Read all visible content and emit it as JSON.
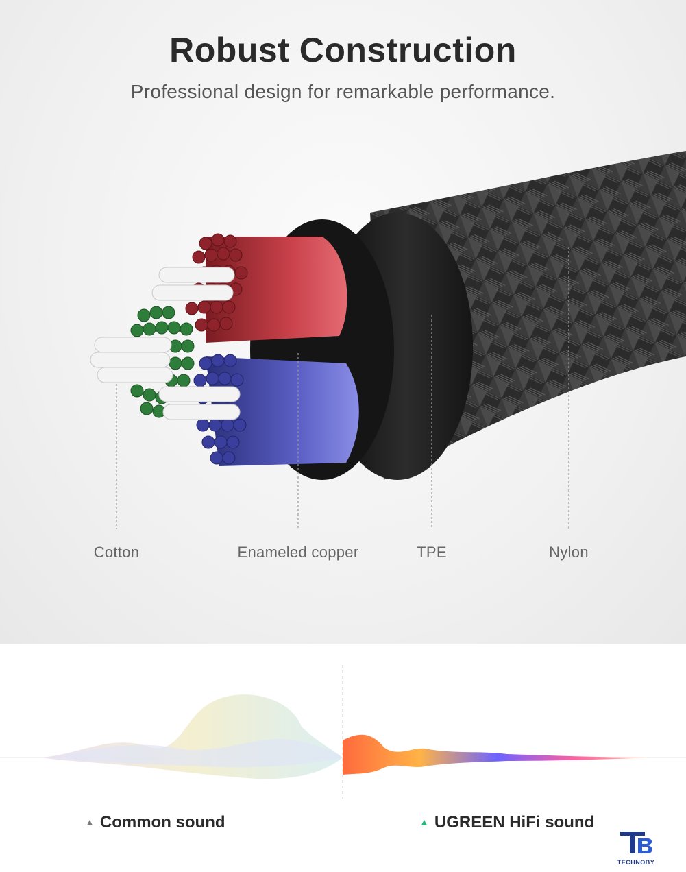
{
  "header": {
    "title": "Robust Construction",
    "subtitle": "Professional design for remarkable performance."
  },
  "layers": [
    {
      "label": "Cotton"
    },
    {
      "label": "Enameled copper"
    },
    {
      "label": "TPE"
    },
    {
      "label": "Nylon"
    }
  ],
  "comparison": {
    "left_label": "Common sound",
    "right_label": "UGREEN HiFi sound",
    "left_marker_color": "#7a7a7a",
    "right_marker_color": "#22b573"
  },
  "watermark": {
    "text": "TECHNOBY",
    "color": "#1f3a8a"
  }
}
